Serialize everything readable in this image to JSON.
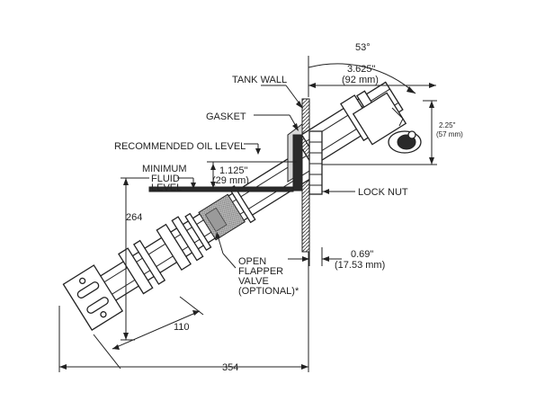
{
  "diagram": {
    "labels": {
      "angle": "53°",
      "dim_right_top": "3.625\"",
      "dim_right_top_mm": "(92 mm)",
      "dim_side": "2.25\"",
      "dim_side_mm": "(57 mm)",
      "tank_wall": "TANK WALL",
      "gasket": "GASKET",
      "recommended_oil_level": "RECOMMENDED OIL LEVEL",
      "minimum_fluid_level_1": "MINIMUM",
      "minimum_fluid_level_2": "FLUID",
      "minimum_fluid_level_3": "LEVEL",
      "dim_min_fluid": "1.125\"",
      "dim_min_fluid_mm": "(29 mm)",
      "lock_nut": "LOCK NUT",
      "dim_vertical": "264",
      "dim_flange": "0.69\"",
      "dim_flange_mm": "(17.53 mm)",
      "flapper_1": "OPEN",
      "flapper_2": "FLAPPER",
      "flapper_3": "VALVE",
      "flapper_4": "(OPTIONAL)*",
      "dim_110": "110",
      "dim_354": "354"
    }
  }
}
